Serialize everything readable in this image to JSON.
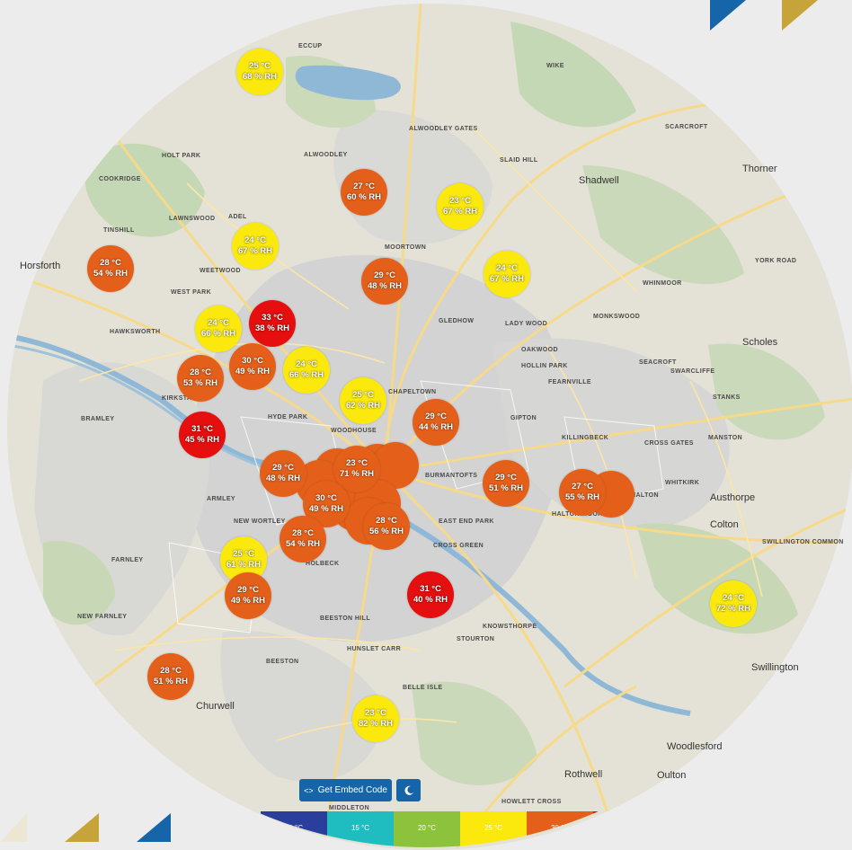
{
  "buttons": {
    "embed_label": "Get Embed Code",
    "embed_icon": "code-icon",
    "theme_icon": "moon-icon"
  },
  "colors": {
    "hot": "#e50f0f",
    "warm": "#e4601a",
    "mild": "#fbe90e",
    "cool": "#8cc23c",
    "cold": "#1fbcc0",
    "accent": "#1565a8",
    "gold": "#c6a43a"
  },
  "place_labels": [
    {
      "name": "ECCUP"
    },
    {
      "name": "WIKE"
    },
    {
      "name": "ALWOODLEY GATES"
    },
    {
      "name": "ALWOODLEY"
    },
    {
      "name": "SCARCROFT"
    },
    {
      "name": "HOLT PARK"
    },
    {
      "name": "SLAID HILL"
    },
    {
      "name": "Shadwell"
    },
    {
      "name": "COOKRIDGE"
    },
    {
      "name": "LAWNSWOOD"
    },
    {
      "name": "ADEL"
    },
    {
      "name": "TINSHILL"
    },
    {
      "name": "MOORTOWN"
    },
    {
      "name": "WEETWOOD"
    },
    {
      "name": "WEST PARK"
    },
    {
      "name": "WHINMOOR"
    },
    {
      "name": "GLEDHOW"
    },
    {
      "name": "LADY WOOD"
    },
    {
      "name": "MONKSWOOD"
    },
    {
      "name": "HAWKSWORTH"
    },
    {
      "name": "OAKWOOD"
    },
    {
      "name": "Scholes"
    },
    {
      "name": "HOLLIN PARK"
    },
    {
      "name": "SEACROFT"
    },
    {
      "name": "SWARCLIFFE"
    },
    {
      "name": "FEARNVILLE"
    },
    {
      "name": "CHAPELTOWN"
    },
    {
      "name": "STANKS"
    },
    {
      "name": "KIRKSTALL"
    },
    {
      "name": "BRAMLEY"
    },
    {
      "name": "HYDE PARK"
    },
    {
      "name": "GIPTON"
    },
    {
      "name": "WOODHOUSE"
    },
    {
      "name": "KILLINGBECK"
    },
    {
      "name": "CROSS GATES"
    },
    {
      "name": "MANSTON"
    },
    {
      "name": "BURMANTOFTS"
    },
    {
      "name": "WHITKIRK"
    },
    {
      "name": "ARMLEY"
    },
    {
      "name": "Austhorpe"
    },
    {
      "name": "NEW WORTLEY"
    },
    {
      "name": "EAST END PARK"
    },
    {
      "name": "Colton"
    },
    {
      "name": "CROSS GREEN"
    },
    {
      "name": "SWILLINGTON COMMON"
    },
    {
      "name": "FARNLEY"
    },
    {
      "name": "HOLBECK"
    },
    {
      "name": "NEW FARNLEY"
    },
    {
      "name": "BEESTON HILL"
    },
    {
      "name": "KNOWSTHORPE"
    },
    {
      "name": "STOURTON"
    },
    {
      "name": "HUNSLET CARR"
    },
    {
      "name": "BEESTON"
    },
    {
      "name": "BELLE ISLE"
    },
    {
      "name": "Churwell"
    },
    {
      "name": "Rothwell"
    },
    {
      "name": "Woodlesford"
    },
    {
      "name": "Swillington"
    },
    {
      "name": "HOWLETT CROSS"
    },
    {
      "name": "MIDDLETON"
    },
    {
      "name": "Horsforth"
    },
    {
      "name": "Thorner"
    },
    {
      "name": "HALTON"
    },
    {
      "name": "HALTON MOOR"
    },
    {
      "name": "Oulton"
    },
    {
      "name": "York Road"
    }
  ],
  "stations": [
    {
      "temp": "25 °C",
      "rh": "68 % RH",
      "color": "#fbe90e"
    },
    {
      "temp": "27 °C",
      "rh": "60 % RH",
      "color": "#e4601a"
    },
    {
      "temp": "23 °C",
      "rh": "67 % RH",
      "color": "#fbe90e"
    },
    {
      "temp": "24 °C",
      "rh": "67 % RH",
      "color": "#fbe90e"
    },
    {
      "temp": "28 °C",
      "rh": "54 % RH",
      "color": "#e4601a"
    },
    {
      "temp": "29 °C",
      "rh": "48 % RH",
      "color": "#e4601a"
    },
    {
      "temp": "24 °C",
      "rh": "67 % RH",
      "color": "#fbe90e"
    },
    {
      "temp": "33 °C",
      "rh": "38 % RH",
      "color": "#e50f0f"
    },
    {
      "temp": "24 °C",
      "rh": "66 % RH",
      "color": "#fbe90e"
    },
    {
      "temp": "30 °C",
      "rh": "49 % RH",
      "color": "#e4601a"
    },
    {
      "temp": "24 °C",
      "rh": "66 % RH",
      "color": "#fbe90e"
    },
    {
      "temp": "28 °C",
      "rh": "53 % RH",
      "color": "#e4601a"
    },
    {
      "temp": "25 °C",
      "rh": "62 % RH",
      "color": "#fbe90e"
    },
    {
      "temp": "29 °C",
      "rh": "44 % RH",
      "color": "#e4601a"
    },
    {
      "temp": "31 °C",
      "rh": "45 % RH",
      "color": "#e50f0f"
    },
    {
      "temp": "29 °C",
      "rh": "48 % RH",
      "color": "#e4601a"
    },
    {
      "temp": "23 °C",
      "rh": "71 % RH",
      "color": "#e4601a"
    },
    {
      "temp": "29 °C",
      "rh": "51 % RH",
      "color": "#e4601a"
    },
    {
      "temp": "27 °C",
      "rh": "55 % RH",
      "color": "#e4601a"
    },
    {
      "temp": "30 °C",
      "rh": "49 % RH",
      "color": "#e4601a"
    },
    {
      "temp": "28 °C",
      "rh": "54 % RH",
      "color": "#e4601a"
    },
    {
      "temp": "28 °C",
      "rh": "56 % RH",
      "color": "#e4601a"
    },
    {
      "temp": "25 °C",
      "rh": "61 % RH",
      "color": "#fbe90e"
    },
    {
      "temp": "29 °C",
      "rh": "49 % RH",
      "color": "#e4601a"
    },
    {
      "temp": "31 °C",
      "rh": "40 % RH",
      "color": "#e50f0f"
    },
    {
      "temp": "24 °C",
      "rh": "72 % RH",
      "color": "#fbe90e"
    },
    {
      "temp": "28 °C",
      "rh": "51 % RH",
      "color": "#e4601a"
    },
    {
      "temp": "23 °C",
      "rh": "82 % RH",
      "color": "#fbe90e"
    },
    {
      "temp": "",
      "rh": "",
      "color": "#e4601a"
    },
    {
      "temp": "",
      "rh": "",
      "color": "#e4601a"
    },
    {
      "temp": "",
      "rh": "",
      "color": "#e4601a"
    },
    {
      "temp": "",
      "rh": "",
      "color": "#e4601a"
    },
    {
      "temp": "",
      "rh": "",
      "color": "#e4601a"
    },
    {
      "temp": "",
      "rh": "",
      "color": "#e4601a"
    },
    {
      "temp": "",
      "rh": "",
      "color": "#e4601a"
    },
    {
      "temp": "",
      "rh": "",
      "color": "#e4601a"
    }
  ],
  "legend": [
    {
      "label": "10 °C",
      "color": "#2a3e9b"
    },
    {
      "label": "15 °C",
      "color": "#1fbcc0"
    },
    {
      "label": "20 °C",
      "color": "#8cc23c"
    },
    {
      "label": "25 °C",
      "color": "#fbe90e"
    },
    {
      "label": "30 °C",
      "color": "#e4601a"
    },
    {
      "label": "",
      "color": "#e50f0f"
    }
  ]
}
